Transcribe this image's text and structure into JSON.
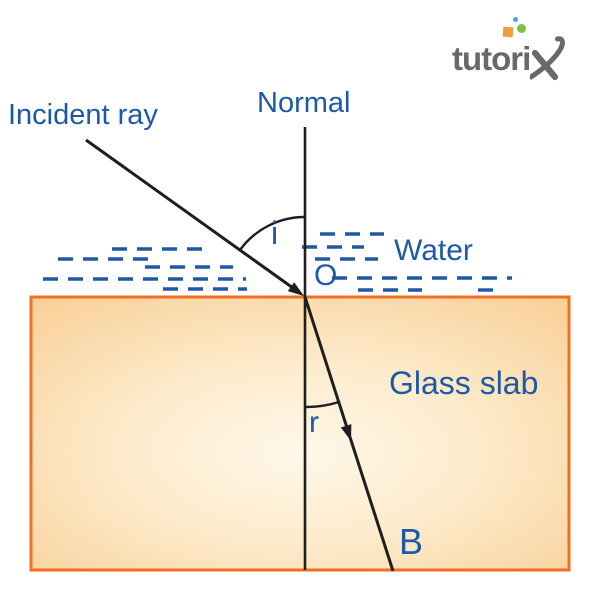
{
  "brand": {
    "text_main": "tutori",
    "text_x": "x"
  },
  "labels": {
    "incident_ray": "Incident ray",
    "normal": "Normal",
    "water": "Water",
    "glass_slab": "Glass slab",
    "angle_of_incidence": "i",
    "point_of_incidence": "O",
    "angle_of_refraction": "r",
    "point_b": "B"
  },
  "colors": {
    "label_blue": "#1d59a5",
    "line_black": "#1e1e21",
    "slab_border": "#f26f21",
    "slab_fill_center": "#fff7e9",
    "slab_fill_mid": "#fdeccd",
    "slab_fill_edge": "#f9cf96",
    "logo_gray": "#68696c",
    "logo_dot_orange": "#f29c38",
    "logo_dot_green": "#7fbf42",
    "logo_dot_blue": "#45a7d9"
  }
}
